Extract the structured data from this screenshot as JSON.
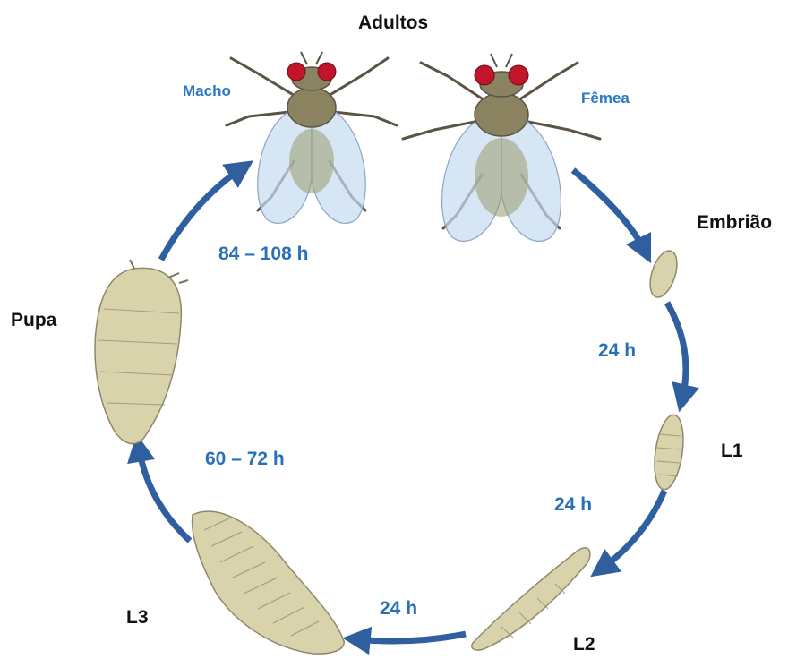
{
  "title": "Adultos",
  "adults": {
    "male": "Macho",
    "female": "Fêmea"
  },
  "stages": {
    "embryo": "Embrião",
    "l1": "L1",
    "l2": "L2",
    "l3": "L3",
    "pupa": "Pupa"
  },
  "durations": {
    "embryo_to_l1": "24 h",
    "l1_to_l2": "24 h",
    "l2_to_l3": "24 h",
    "l3_to_pupa": "60 – 72 h",
    "pupa_to_adult": "84 – 108 h"
  },
  "colors": {
    "arrow": "#2f5f9e",
    "duration_text": "#2a70b8",
    "sex_text": "#2a78c4",
    "body": "#d9d3ab",
    "body_outline": "#8f876a",
    "wing": "#c6dcf0",
    "fly_eye": "#c0152a"
  },
  "ink": {
    "fly_lettering": ""
  }
}
